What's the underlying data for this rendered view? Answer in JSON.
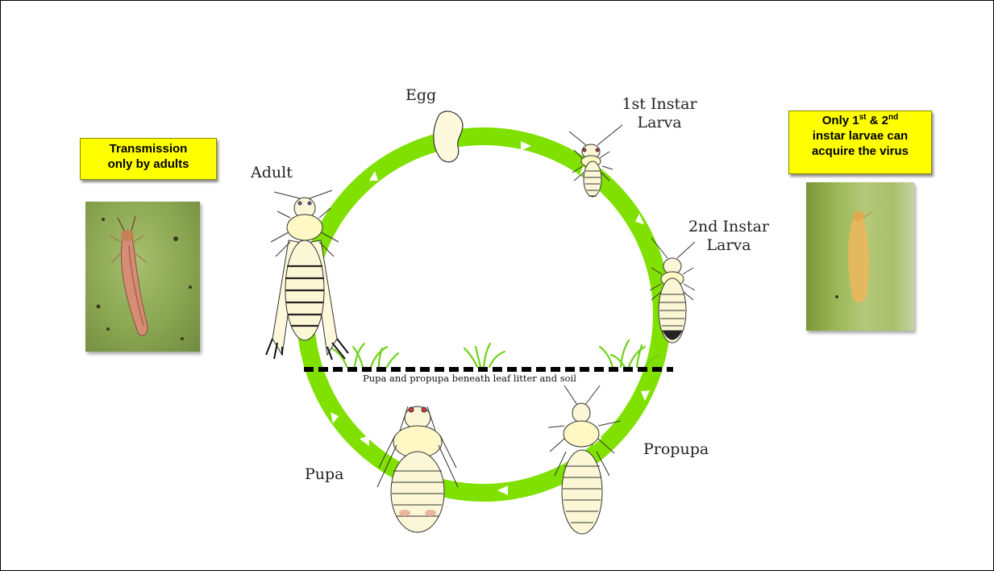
{
  "callouts": {
    "left_line1": "Transmission",
    "left_line2": "only by adults",
    "right_line1_a": "Only 1",
    "right_line1_sup1": "st",
    "right_line1_b": " & 2",
    "right_line1_sup2": "nd",
    "right_line2": "instar larvae can",
    "right_line3": "acquire the virus"
  },
  "stages": {
    "egg": "Egg",
    "first_instar_line1": "1st Instar",
    "first_instar_line2": "Larva",
    "second_instar_line1": "2nd Instar",
    "second_instar_line2": "Larva",
    "adult": "Adult",
    "pupa": "Pupa",
    "propupa": "Propupa"
  },
  "ground_note": "Pupa and propupa beneath leaf litter and soil",
  "colors": {
    "cycle_ring": "#80e000",
    "callout_fill": "#ffff00",
    "ground_line": "#000000",
    "insect_body": "#fbf7d6"
  }
}
